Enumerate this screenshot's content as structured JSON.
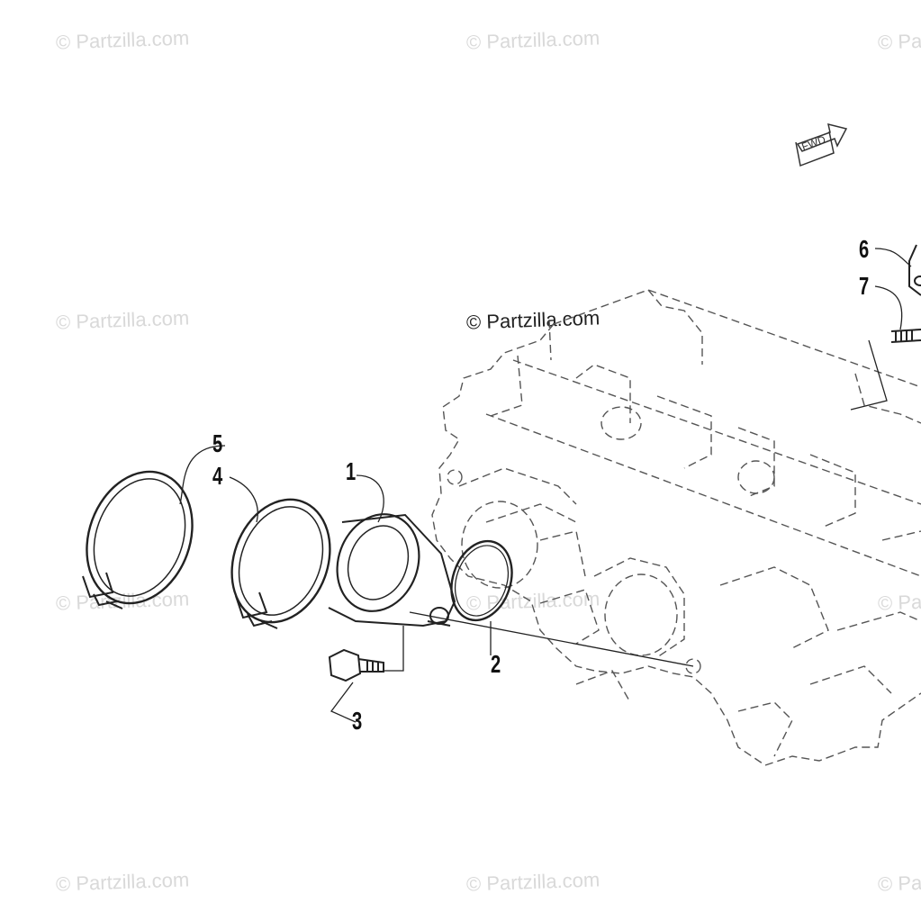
{
  "watermark": "© Partzilla.com",
  "center_watermark": "© Partzilla.com",
  "fwd_label": "FWD",
  "callouts": [
    {
      "id": "1",
      "label": "1"
    },
    {
      "id": "2",
      "label": "2"
    },
    {
      "id": "3",
      "label": "3"
    },
    {
      "id": "4",
      "label": "4"
    },
    {
      "id": "5",
      "label": "5"
    },
    {
      "id": "6",
      "label": "6"
    },
    {
      "id": "7",
      "label": "7"
    }
  ]
}
